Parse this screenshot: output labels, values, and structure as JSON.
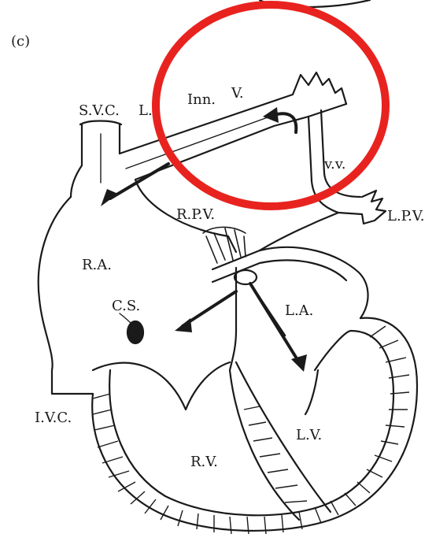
{
  "figure": {
    "panel_label": "(c)",
    "colors": {
      "ink": "#1a1a1a",
      "highlight_circle": "#e8231f",
      "background": "#ffffff"
    }
  },
  "labels": {
    "svc": "S.V.C.",
    "l": "L.",
    "inn": "Inn.",
    "v": "V.",
    "vv": "v.v.",
    "lpv": "L.P.V.",
    "rpv": "R.P.V.",
    "ra": "R.A.",
    "cs": "C.S.",
    "la": "L.A.",
    "ivc": "I.V.C.",
    "lv": "L.V.",
    "rv": "R.V."
  }
}
